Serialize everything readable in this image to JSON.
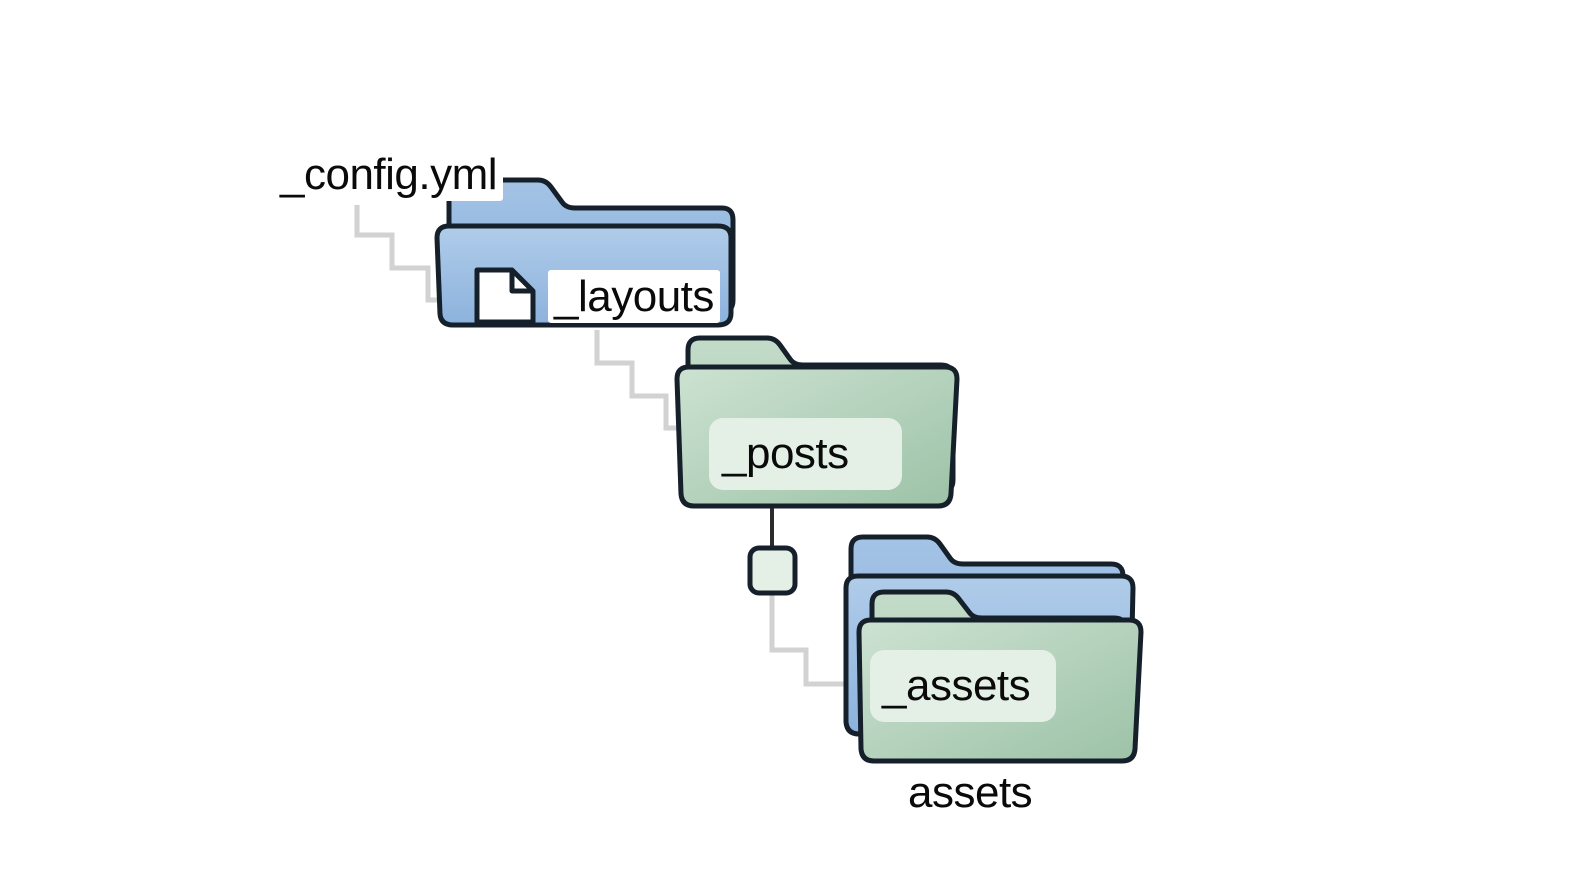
{
  "diagram": {
    "type": "folder-hierarchy-tree",
    "title": "",
    "background_color": "#ffffff",
    "palette": {
      "folder_blue_fill_top": "#a8c7e8",
      "folder_blue_fill_bottom": "#8fb4dd",
      "folder_green_fill_top": "#c9dfce",
      "folder_green_fill_bottom": "#9cc2a7",
      "folder_outline": "#15202b",
      "inner_label_box": "#e4efe6",
      "connector_gray": "#d2d2d2",
      "connector_dark": "#2b2b2b",
      "text_color": "#0a0a0a",
      "document_fill": "#ffffff"
    },
    "nodes": [
      {
        "id": "config",
        "label": "_config.yml",
        "icon": "document-icon",
        "kind": "file",
        "label_position": "left-above"
      },
      {
        "id": "layouts",
        "label": "_layouts",
        "icon": "folder-icon",
        "kind": "folder",
        "color": "blue",
        "stack_count": 2,
        "label_position": "right"
      },
      {
        "id": "posts",
        "label": "_posts",
        "icon": "folder-icon",
        "kind": "folder",
        "color": "green",
        "stack_count": 2,
        "label_position": "inside"
      },
      {
        "id": "junction",
        "label": "",
        "icon": "square-node-icon",
        "kind": "connector-node"
      },
      {
        "id": "assets",
        "label": "_assets",
        "outer_label": "assets",
        "icon": "folder-icon",
        "kind": "folder",
        "color": "green-over-blue",
        "stack_count": 3,
        "label_position": "inside"
      }
    ],
    "edges": [
      {
        "from": "config",
        "to": "layouts",
        "style": "stepped",
        "color": "gray"
      },
      {
        "from": "layouts",
        "to": "posts",
        "style": "stepped",
        "color": "gray"
      },
      {
        "from": "posts",
        "to": "junction",
        "style": "straight",
        "color": "dark"
      },
      {
        "from": "junction",
        "to": "assets",
        "style": "stepped",
        "color": "gray"
      }
    ]
  },
  "labels": {
    "config": "_config.yml",
    "layouts": "_layouts",
    "posts": "_posts",
    "assets_inner": "_assets",
    "assets_outer": "assets"
  }
}
